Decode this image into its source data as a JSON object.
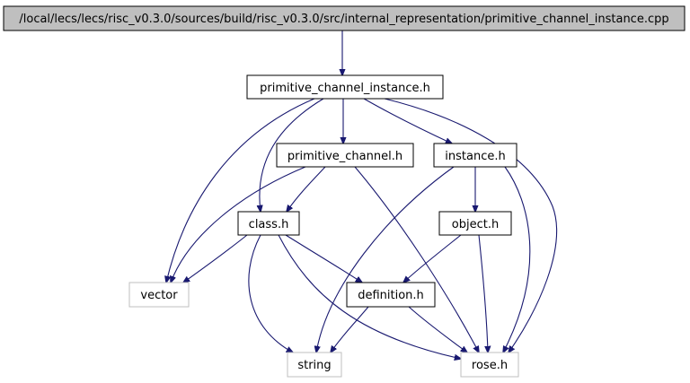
{
  "colors": {
    "edge": "#191970",
    "root_fill": "#bfbfbf",
    "node_border": "#000000",
    "external_border": "#bfbfbf"
  },
  "nodes": {
    "root": "/local/lecs/lecs/risc_v0.3.0/sources/build/risc_v0.3.0/src/internal_representation/primitive_channel_instance.cpp",
    "pci_h": "primitive_channel_instance.h",
    "pc_h": "primitive_channel.h",
    "instance_h": "instance.h",
    "class_h": "class.h",
    "object_h": "object.h",
    "vector": "vector",
    "definition_h": "definition.h",
    "string": "string",
    "rose_h": "rose.h"
  },
  "edges": [
    {
      "from": "root",
      "to": "pci_h"
    },
    {
      "from": "pci_h",
      "to": "pc_h"
    },
    {
      "from": "pci_h",
      "to": "instance_h"
    },
    {
      "from": "pci_h",
      "to": "class_h"
    },
    {
      "from": "pci_h",
      "to": "vector"
    },
    {
      "from": "pci_h",
      "to": "rose_h"
    },
    {
      "from": "pc_h",
      "to": "class_h"
    },
    {
      "from": "pc_h",
      "to": "vector"
    },
    {
      "from": "pc_h",
      "to": "rose_h"
    },
    {
      "from": "instance_h",
      "to": "object_h"
    },
    {
      "from": "instance_h",
      "to": "string"
    },
    {
      "from": "instance_h",
      "to": "rose_h"
    },
    {
      "from": "class_h",
      "to": "vector"
    },
    {
      "from": "class_h",
      "to": "definition_h"
    },
    {
      "from": "class_h",
      "to": "string"
    },
    {
      "from": "class_h",
      "to": "rose_h"
    },
    {
      "from": "object_h",
      "to": "definition_h"
    },
    {
      "from": "object_h",
      "to": "rose_h"
    },
    {
      "from": "definition_h",
      "to": "string"
    },
    {
      "from": "definition_h",
      "to": "rose_h"
    }
  ]
}
